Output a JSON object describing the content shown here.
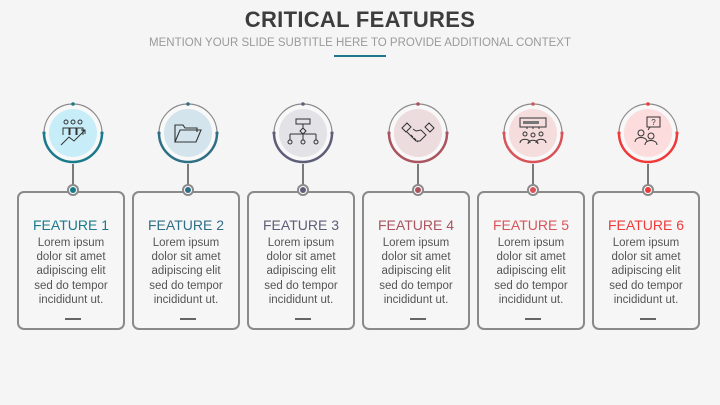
{
  "header": {
    "title": "CRITICAL FEATURES",
    "subtitle": "MENTION YOUR SLIDE SUBTITLE HERE TO PROVIDE ADDITIONAL CONTEXT",
    "accent_color": "#1a7a8c"
  },
  "features": [
    {
      "title": "FEATURE 1",
      "body": "Lorem ipsum dolor sit amet adipiscing elit sed do tempor incididunt ut.",
      "icon": "team-growth-icon",
      "color": "#1a7a8c",
      "fill": "#c7eef8"
    },
    {
      "title": "FEATURE 2",
      "body": "Lorem ipsum dolor sit amet adipiscing elit sed do tempor incididunt ut.",
      "icon": "folder-icon",
      "color": "#2f6f85",
      "fill": "#d3e4ec"
    },
    {
      "title": "FEATURE 3",
      "body": "Lorem ipsum dolor sit amet adipiscing elit sed do tempor incididunt ut.",
      "icon": "flowchart-icon",
      "color": "#5e5e78",
      "fill": "#e2e2e7"
    },
    {
      "title": "FEATURE 4",
      "body": "Lorem ipsum dolor sit amet adipiscing elit sed do tempor incididunt ut.",
      "icon": "handshake-icon",
      "color": "#a9545f",
      "fill": "#ecdcde"
    },
    {
      "title": "FEATURE 5",
      "body": "Lorem ipsum dolor sit amet adipiscing elit sed do tempor incididunt ut.",
      "icon": "presentation-group-icon",
      "color": "#d9545a",
      "fill": "#f5dcdd"
    },
    {
      "title": "FEATURE 6",
      "body": "Lorem ipsum dolor sit amet adipiscing elit sed do tempor incididunt ut.",
      "icon": "question-people-icon",
      "color": "#f03a3a",
      "fill": "#fcdcdc"
    }
  ]
}
